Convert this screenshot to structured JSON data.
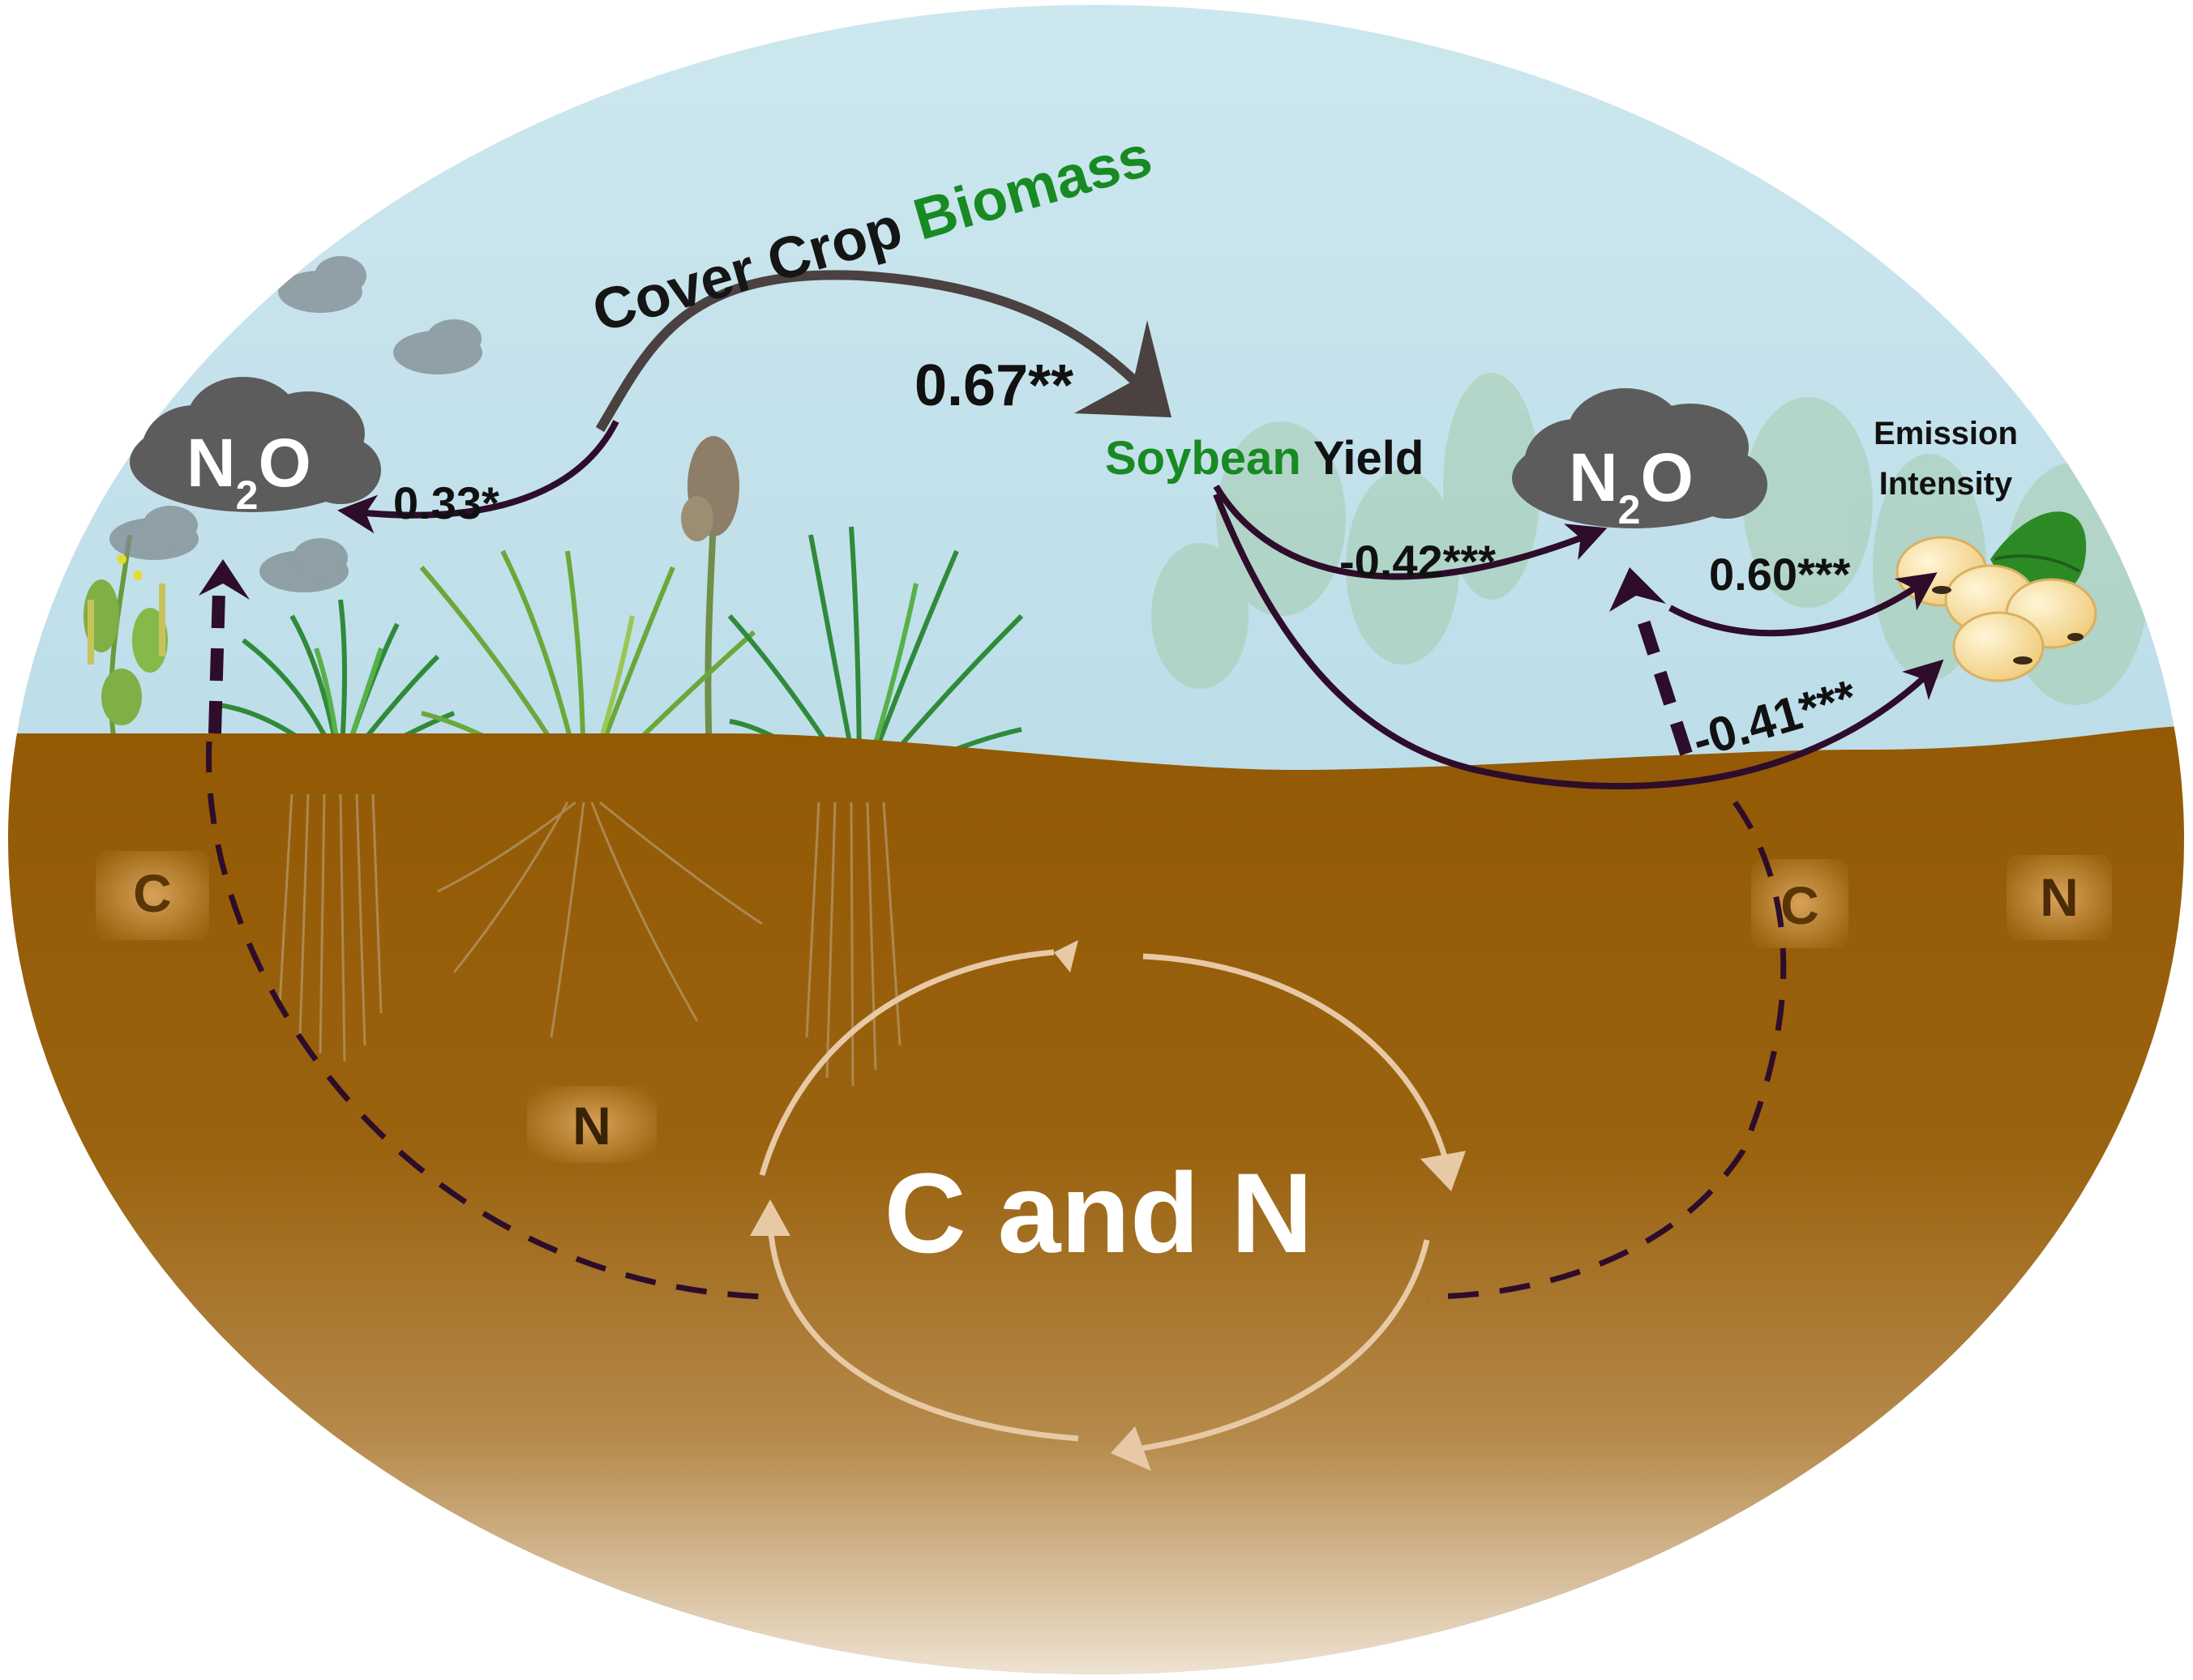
{
  "labels": {
    "cover": "Cover Crop",
    "biomass": "Biomass",
    "soybean": "Soybean",
    "yield": "Yield",
    "emission": "Emission",
    "intensity": "Intensity",
    "cycle": "C and N",
    "n2o_n": "N",
    "n2o_sub": "2",
    "n2o_o": "O",
    "soil_c": "C",
    "soil_n": "N"
  },
  "paths": {
    "biomass_to_yield": "0.67**",
    "biomass_to_n2o": "0.33*",
    "yield_to_n2o": "-0.42***",
    "n2o_to_intensity": "0.60***",
    "yield_to_intensity": "-0.41***"
  },
  "colors": {
    "sky": "#bfe0ea",
    "soil": "#975a06",
    "arrow_dark": "#2e0d2a",
    "arrow_gray": "#4a4140",
    "cloud": "#5c5c5c",
    "green_text": "#188a23",
    "cycle_arrow": "#e7c9a5"
  }
}
